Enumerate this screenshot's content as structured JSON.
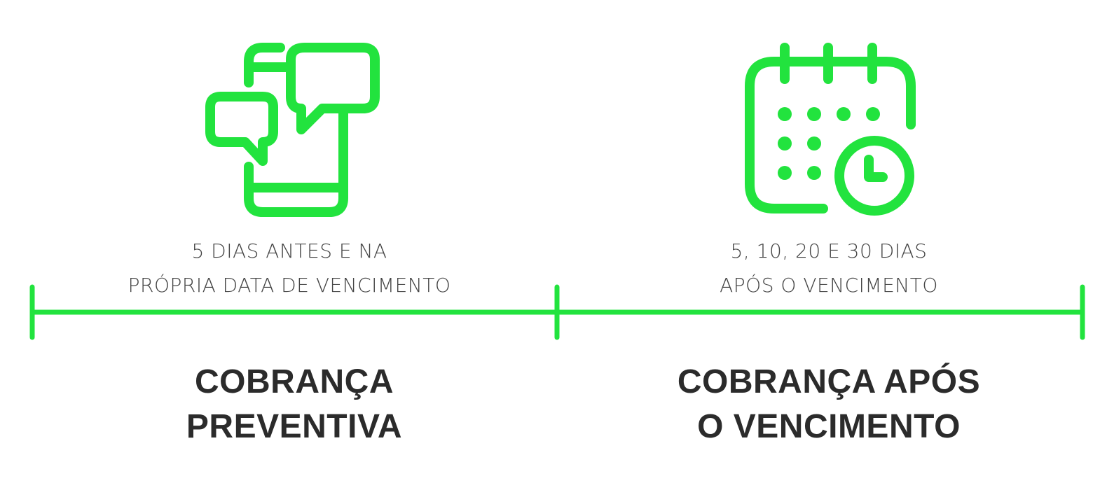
{
  "colors": {
    "accent": "#22e33e",
    "heading": "#2b2b2b",
    "caption": "#444444"
  },
  "phases": [
    {
      "icon": "smartphone-chat-icon",
      "caption_lines": [
        "5 DIAS ANTES E NA",
        "PRÓPRIA DATA DE VENCIMENTO"
      ],
      "title_lines": [
        "COBRANÇA",
        "PREVENTIVA"
      ]
    },
    {
      "icon": "calendar-clock-icon",
      "caption_lines": [
        "5, 10, 20 E 30 DIAS",
        "APÓS O VENCIMENTO"
      ],
      "title_lines": [
        "COBRANÇA APÓS",
        "O VENCIMENTO"
      ]
    }
  ]
}
